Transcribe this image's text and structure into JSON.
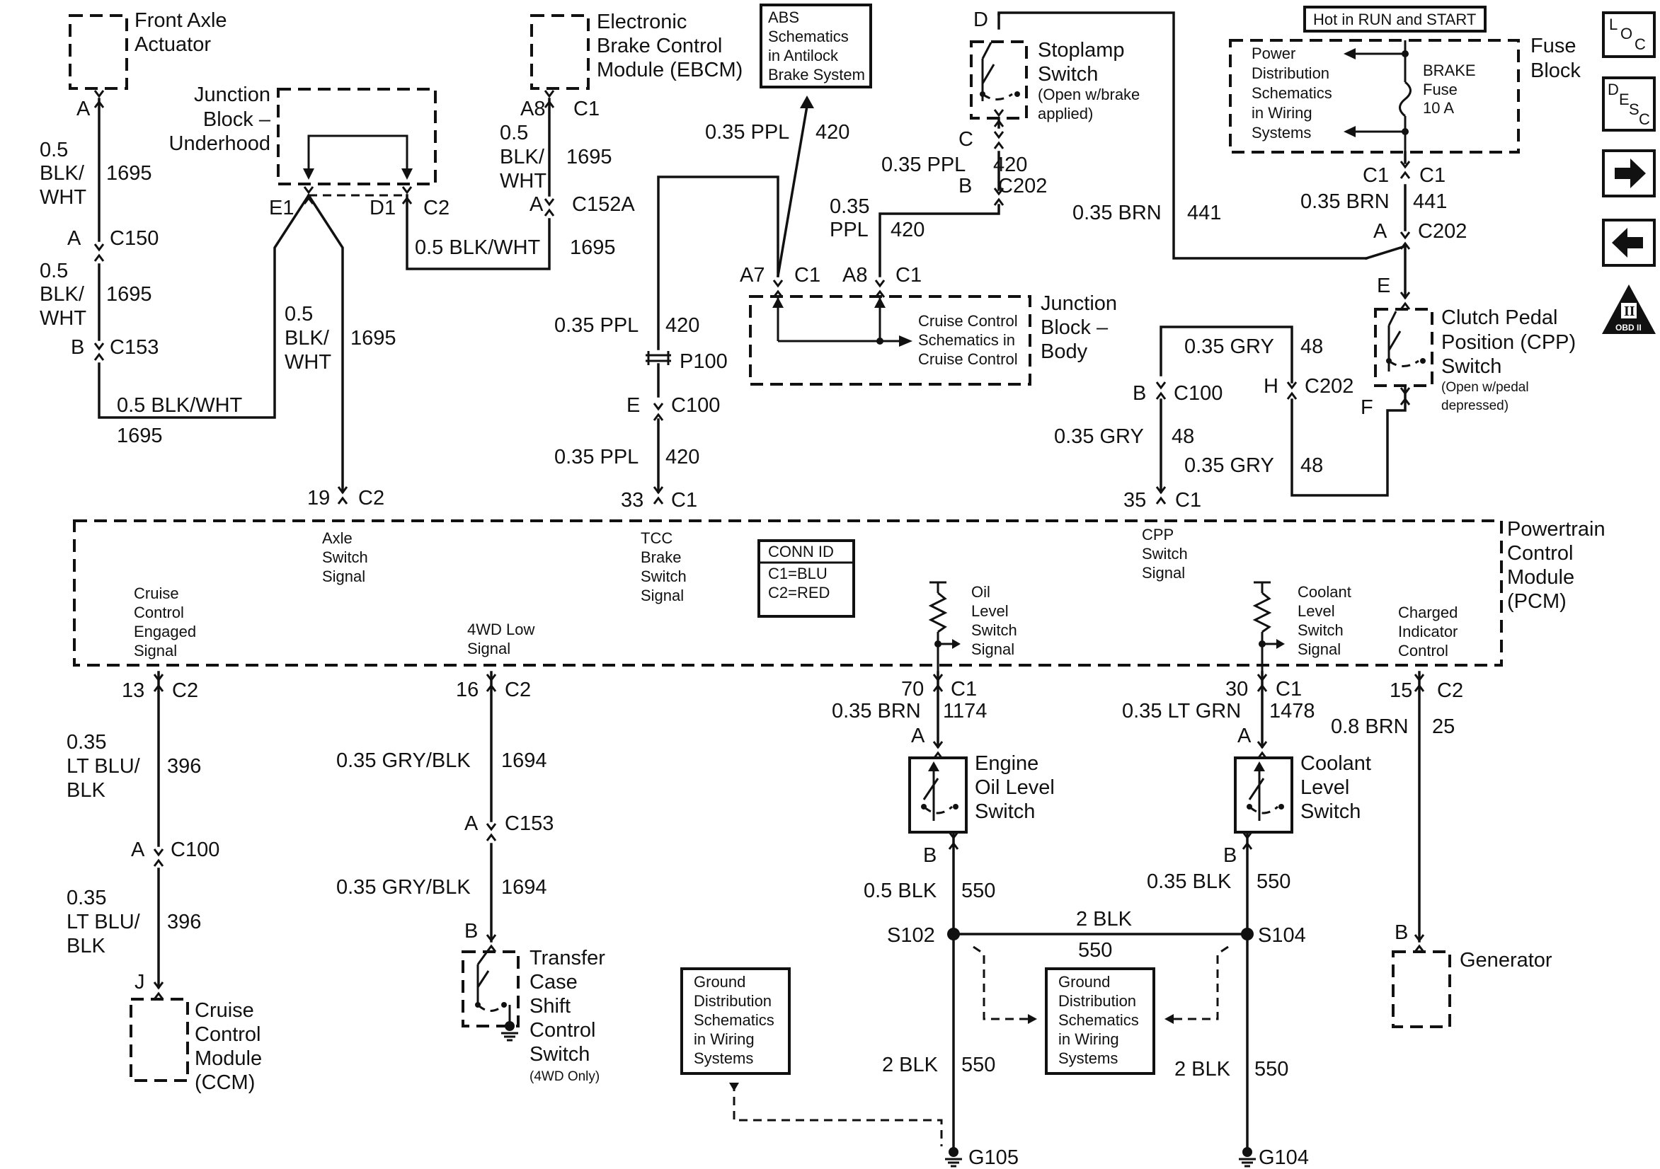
{
  "side_icons": [
    "loc-icon",
    "desc-icon",
    "arrow-right-icon",
    "arrow-left-icon",
    "obd-ii-icon"
  ],
  "labels": {
    "front_axle_1": "Front Axle",
    "front_axle_2": "Actuator",
    "jb_u1": "Junction",
    "jb_u2": "Block –",
    "jb_u3": "Underhood",
    "ebcm_1": "Electronic",
    "ebcm_2": "Brake Control",
    "ebcm_3": "Module (EBCM)",
    "abs_1": "ABS",
    "abs_2": "Schematics",
    "abs_3": "in Antilock",
    "abs_4": "Brake System",
    "stop_1": "Stoplamp",
    "stop_2": "Switch",
    "stop_3": "(Open w/brake",
    "stop_4": "applied)",
    "hot": "Hot in RUN and START",
    "fb_1": "Fuse",
    "fb_2": "Block",
    "pd_1": "Power",
    "pd_2": "Distribution",
    "pd_3": "Schematics",
    "pd_4": "in Wiring",
    "pd_5": "Systems",
    "brake_fuse_1": "BRAKE",
    "brake_fuse_2": "Fuse",
    "brake_fuse_3": "10 A",
    "cc_sch_1": "Cruise Control",
    "cc_sch_2": "Schematics in",
    "cc_sch_3": "Cruise Control",
    "jb_b1": "Junction",
    "jb_b2": "Block –",
    "jb_b3": "Body",
    "cpp_1": "Clutch Pedal",
    "cpp_2": "Position (CPP)",
    "cpp_3": "Switch",
    "cpp_4": "(Open w/pedal",
    "cpp_5": "depressed)",
    "pcm_1": "Powertrain",
    "pcm_2": "Control",
    "pcm_3": "Module",
    "pcm_4": "(PCM)",
    "axle_sig_1": "Axle",
    "axle_sig_2": "Switch",
    "axle_sig_3": "Signal",
    "tcc_1": "TCC",
    "tcc_2": "Brake",
    "tcc_3": "Switch",
    "tcc_4": "Signal",
    "conn_1": "CONN ID",
    "conn_2": "C1=BLU",
    "conn_3": "C2=RED",
    "cpp_sig_1": "CPP",
    "cpp_sig_2": "Switch",
    "cpp_sig_3": "Signal",
    "cce_1": "Cruise",
    "cce_2": "Control",
    "cce_3": "Engaged",
    "cce_4": "Signal",
    "fwd_1": "4WD Low",
    "fwd_2": "Signal",
    "oil_sig_1": "Oil",
    "oil_sig_2": "Level",
    "oil_sig_3": "Switch",
    "oil_sig_4": "Signal",
    "cool_sig_1": "Coolant",
    "cool_sig_2": "Level",
    "cool_sig_3": "Switch",
    "cool_sig_4": "Signal",
    "chg_1": "Charged",
    "chg_2": "Indicator",
    "chg_3": "Control",
    "eol_1": "Engine",
    "eol_2": "Oil Level",
    "eol_3": "Switch",
    "col_1": "Coolant",
    "col_2": "Level",
    "col_3": "Switch",
    "tcs_1": "Transfer",
    "tcs_2": "Case",
    "tcs_3": "Shift",
    "tcs_4": "Control",
    "tcs_5": "Switch",
    "tcs_6": "(4WD Only)",
    "ccm_1": "Cruise",
    "ccm_2": "Control",
    "ccm_3": "Module",
    "ccm_4": "(CCM)",
    "gd_1": "Ground",
    "gd_2": "Distribution",
    "gd_3": "Schematics",
    "gd_4": "in Wiring",
    "gd_5": "Systems",
    "gen": "Generator",
    "g105": "G105",
    "g104": "G104",
    "s102": "S102",
    "s104": "S104"
  },
  "wire": {
    "w0_5": "0.5",
    "blk_sl": "BLK/",
    "wht": "WHT",
    "c1695": "1695",
    "blkwht": "0.5 BLK/WHT",
    "ppl035": "0.35 PPL",
    "ppl": "PPL",
    "c420": "420",
    "w035": "0.35",
    "brn035": "0.35 BRN",
    "c441": "441",
    "gry035": "0.35 GRY",
    "c48": "48",
    "ltblu_1": "0.35",
    "ltblu_2": "LT BLU/",
    "ltblu_3": "BLK",
    "c396": "396",
    "gryblk": "0.35 GRY/BLK",
    "c1694": "1694",
    "brn1174": "0.35 BRN",
    "c1174": "1174",
    "ltgrn": "0.35 LT GRN",
    "c1478": "1478",
    "brn08": "0.8 BRN",
    "c25": "25",
    "blk05": "0.5 BLK",
    "c550": "550",
    "blk035": "0.35 BLK",
    "blk2": "2 BLK"
  },
  "pins": {
    "A": "A",
    "B": "B",
    "C": "C",
    "D": "D",
    "E": "E",
    "F": "F",
    "H": "H",
    "J": "J",
    "A7": "A7",
    "A8": "A8",
    "E1": "E1",
    "D1": "D1",
    "p19": "19",
    "p33": "33",
    "p35": "35",
    "p13": "13",
    "p16": "16",
    "p70": "70",
    "p30": "30",
    "p15": "15"
  },
  "conn": {
    "C1": "C1",
    "C2": "C2",
    "C100": "C100",
    "C150": "C150",
    "C153": "C153",
    "C152A": "C152A",
    "C202": "C202",
    "P100": "P100"
  }
}
